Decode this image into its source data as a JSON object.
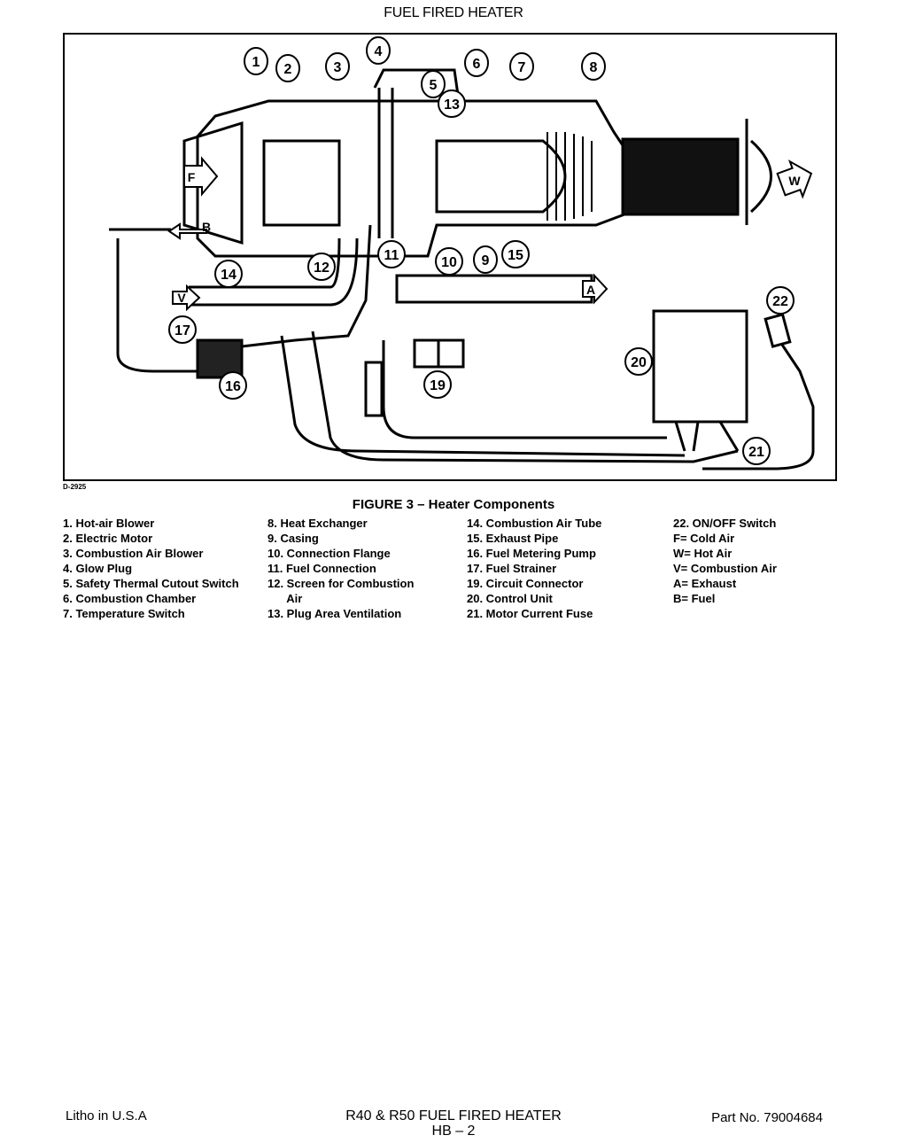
{
  "page": {
    "header_title": "FUEL FIRED HEATER",
    "drawing_code": "D-2925",
    "figure_caption": "FIGURE   3  – Heater Components"
  },
  "callouts": [
    "1",
    "2",
    "3",
    "4",
    "5",
    "6",
    "7",
    "8",
    "9",
    "10",
    "11",
    "12",
    "13",
    "14",
    "15",
    "16",
    "17",
    "19",
    "20",
    "21",
    "22"
  ],
  "diagram_letters": {
    "F": "F",
    "W": "W",
    "V": "V",
    "A": "A",
    "B": "B"
  },
  "legend": {
    "col1": [
      "1.  Hot-air Blower",
      "2.  Electric Motor",
      "3.  Combustion Air Blower",
      "4.  Glow Plug",
      "5.  Safety Thermal Cutout Switch",
      "6.  Combustion Chamber",
      "7.  Temperature Switch"
    ],
    "col2": [
      "8.  Heat Exchanger",
      "9.  Casing",
      "10. Connection Flange",
      "11. Fuel Connection",
      "12. Screen for Combustion",
      "      Air",
      "13. Plug Area Ventilation"
    ],
    "col3": [
      "14. Combustion Air Tube",
      "15. Exhaust Pipe",
      "16. Fuel Metering Pump",
      "17. Fuel Strainer",
      "19. Circuit Connector",
      "20. Control Unit",
      "21. Motor Current Fuse"
    ],
    "col4": [
      "22. ON/OFF Switch",
      "F= Cold Air",
      "W= Hot Air",
      "V= Combustion Air",
      "A= Exhaust",
      "B= Fuel"
    ]
  },
  "footer": {
    "left": "Litho in U.S.A",
    "center_title": "R40 & R50 FUEL FIRED HEATER",
    "center_page": "HB – 2",
    "right": "Part No. 79004684"
  }
}
